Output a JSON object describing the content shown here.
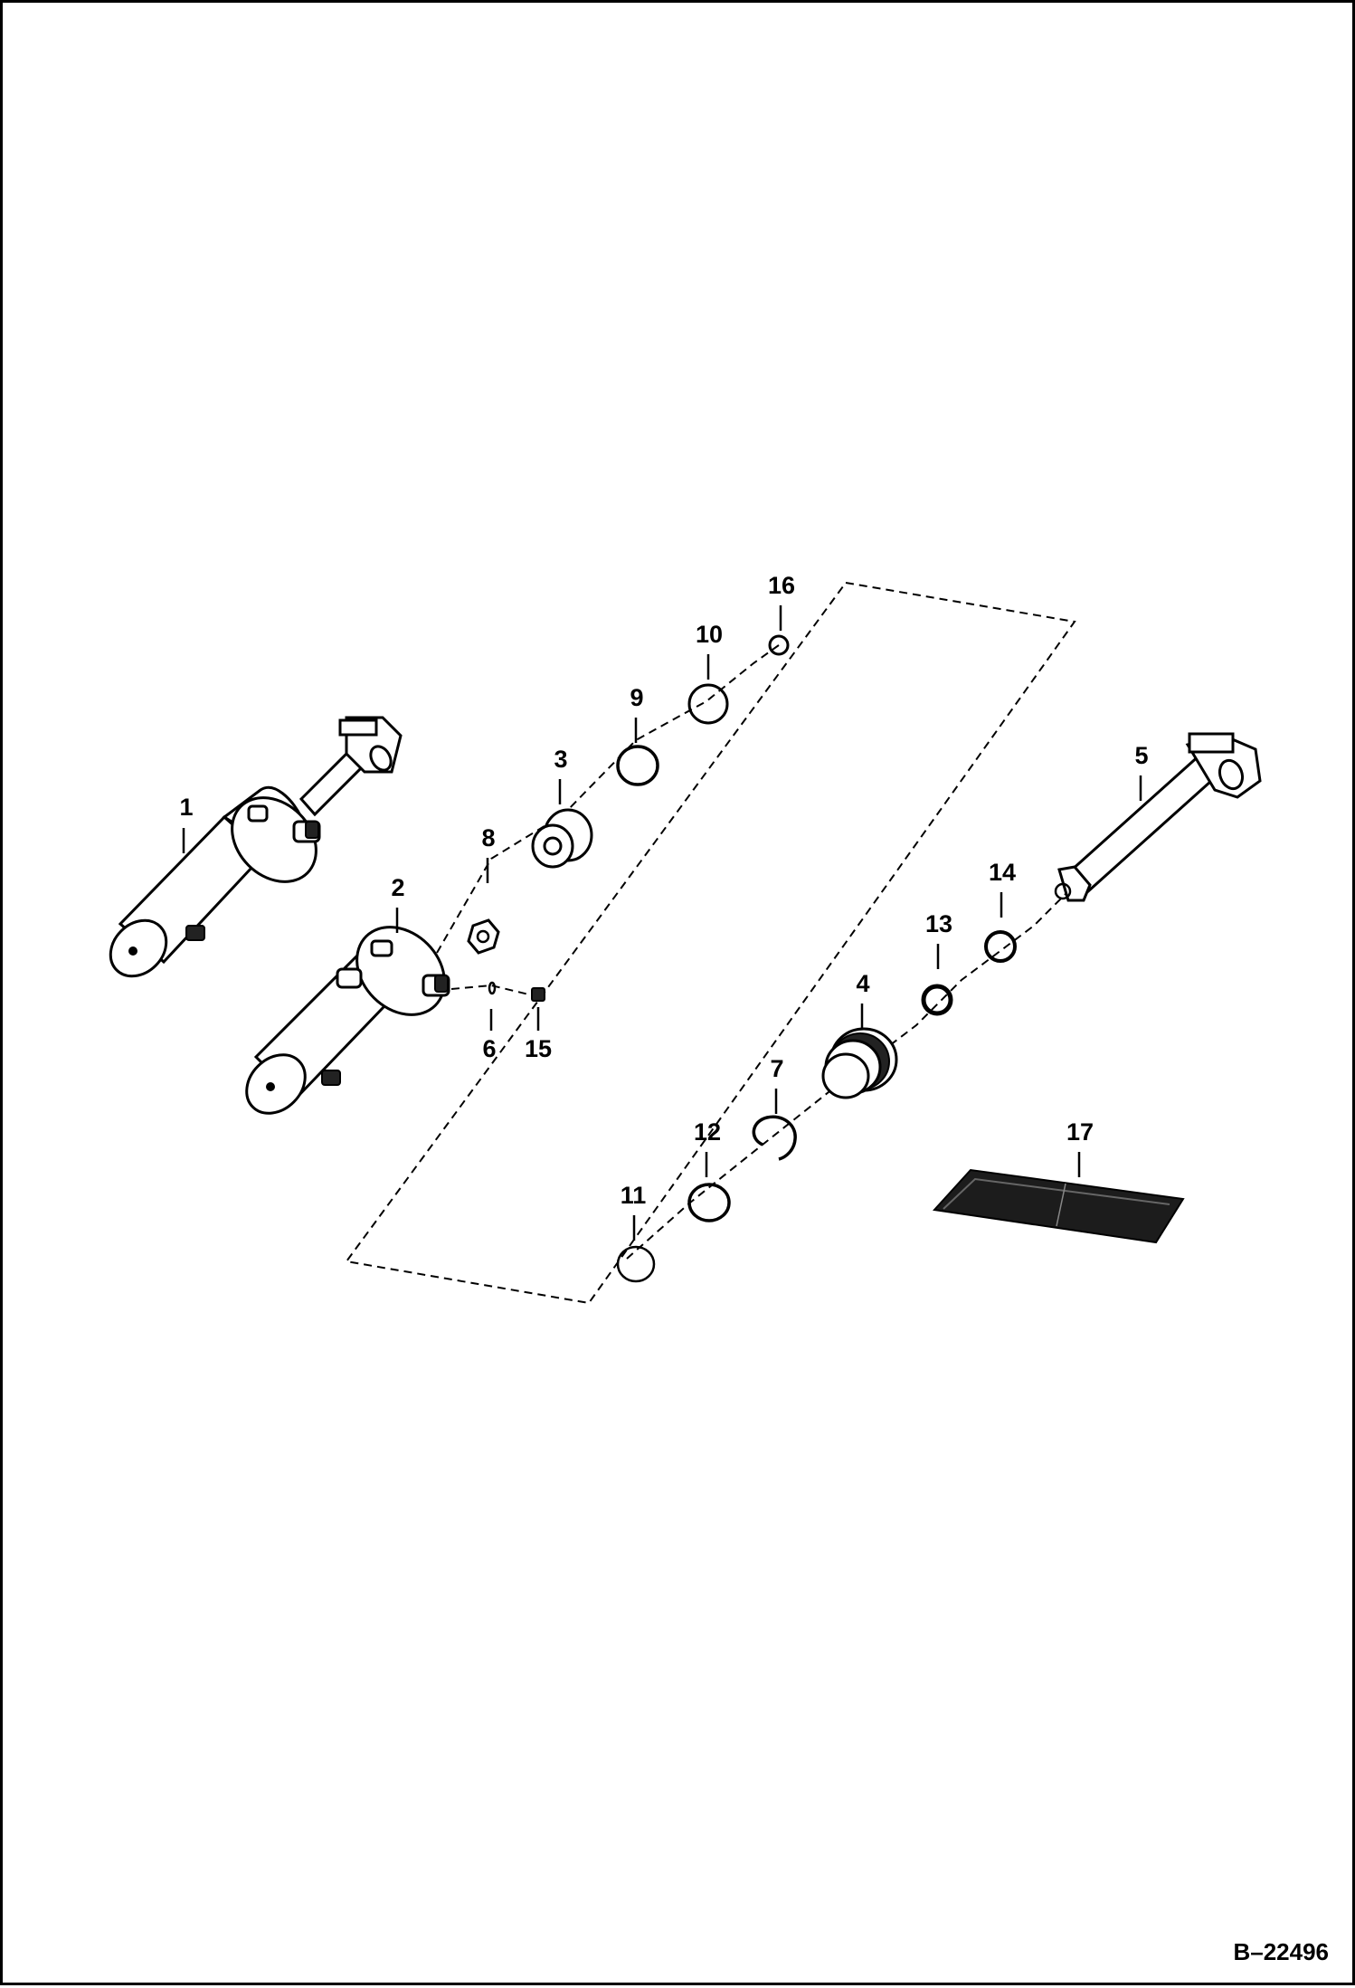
{
  "callouts": {
    "c1": "1",
    "c2": "2",
    "c3": "3",
    "c4": "4",
    "c5": "5",
    "c6": "6",
    "c7": "7",
    "c8": "8",
    "c9": "9",
    "c10": "10",
    "c11": "11",
    "c12": "12",
    "c13": "13",
    "c14": "14",
    "c15": "15",
    "c16": "16",
    "c17": "17"
  },
  "drawing_number": "B–22496"
}
